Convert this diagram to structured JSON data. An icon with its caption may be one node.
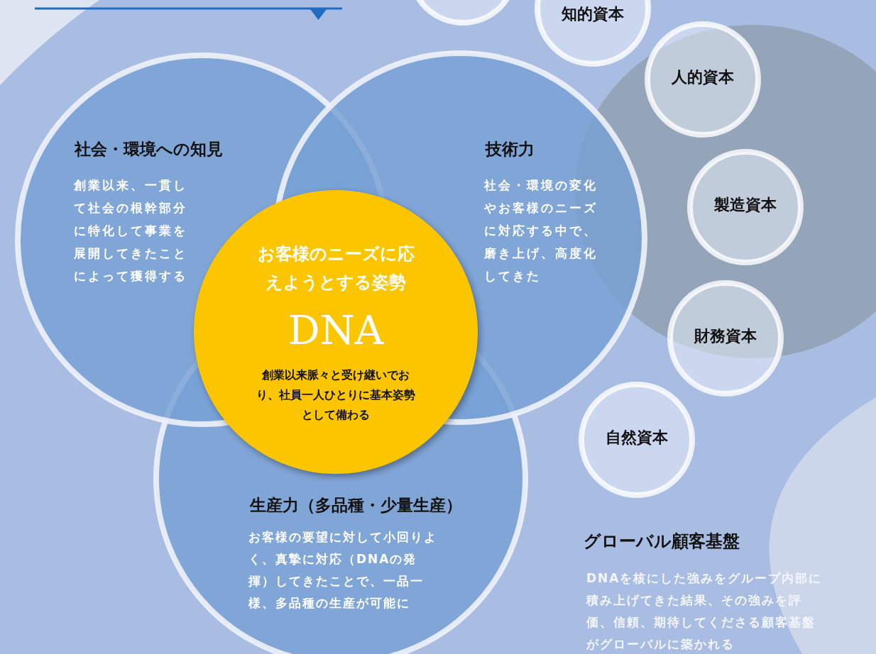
{
  "diagram": {
    "nodes": [
      {
        "text": [],
        "shape": "circle"
      },
      {
        "text": [
          "知的資本"
        ]
      },
      {
        "text": [
          "人的資本"
        ]
      },
      {
        "text": [
          "製造資本"
        ]
      },
      {
        "text": [
          "財務資本"
        ]
      },
      {
        "text": [
          "自然資本"
        ]
      },
      {
        "text": [
          "社会・環境への知見",
          "創業以来、一貫して社会の根幹部分に特化して事業を展開してきたことによって獲得する"
        ]
      },
      {
        "text": [
          "技術力",
          "社会・環境の変化やお客様のニーズに対応する中で、磨き上げ、高度化してきた"
        ]
      },
      {
        "text": [
          "生産力（多品種・少量生産）",
          "お客様の要望に対して小回りよく、真摯に対応（DNAの発揮）してきたことで、一品一様、多品種の生産が可能に"
        ]
      },
      {
        "text": [
          "お客様のニーズに応えようとする姿勢",
          "DNA",
          "創業以来脈々と受け継いでおり、社員一人ひとりに基本姿勢として備わる"
        ]
      }
    ],
    "edges": [],
    "labels": [
      "グローバル顧客基盤",
      "DNAを核にした強みをグループ内部に積み上げてきた結果、その強みを評価、信頼、期待してくださる顧客基盤がグローバルに築かれる"
    ]
  }
}
